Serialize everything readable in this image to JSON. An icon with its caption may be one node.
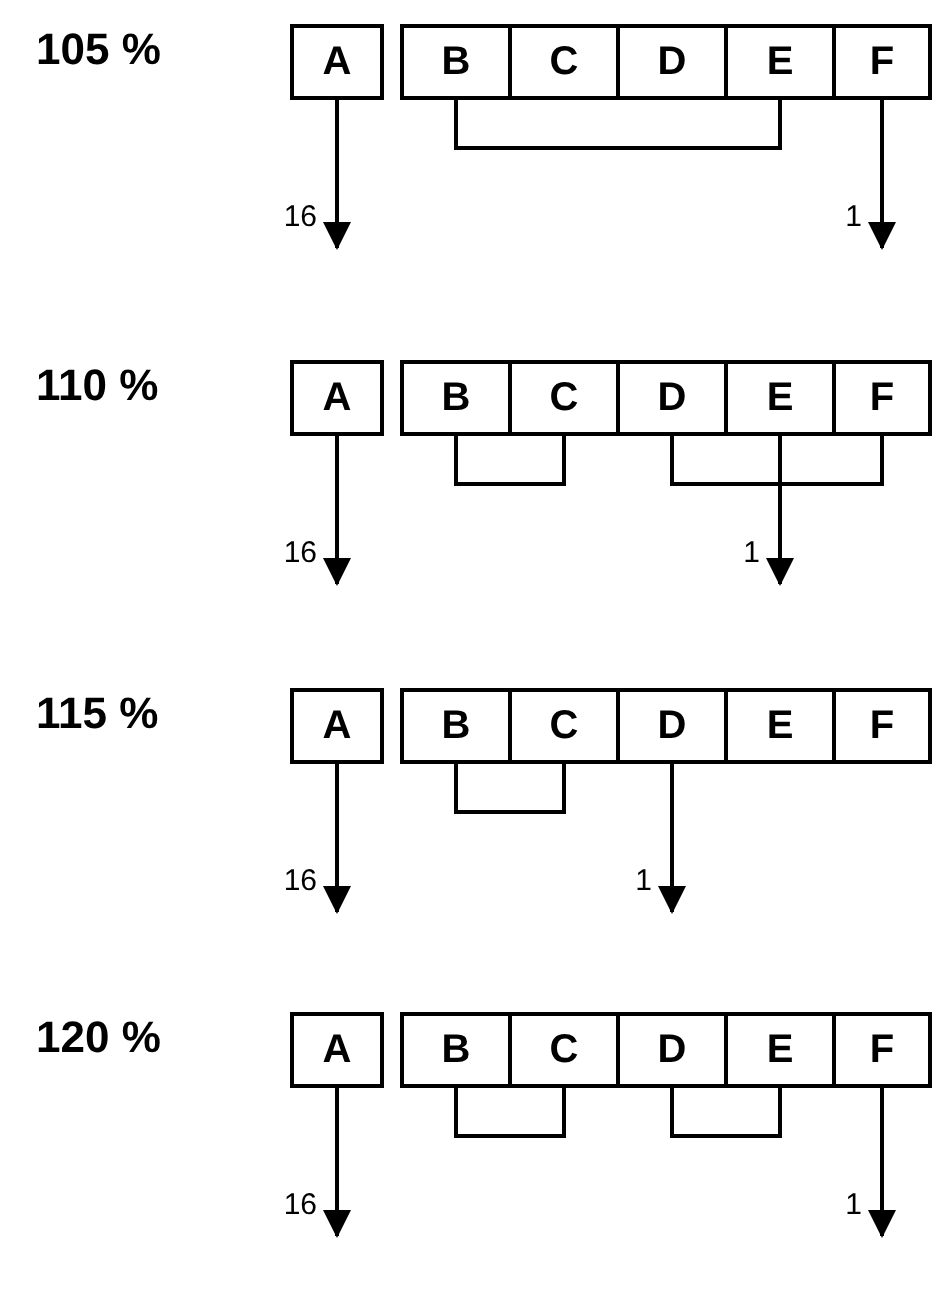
{
  "diagram": {
    "nodes": [
      {
        "text": [
          "A"
        ]
      },
      {
        "text": [
          "B"
        ]
      },
      {
        "text": [
          "C"
        ]
      },
      {
        "text": [
          "D"
        ]
      },
      {
        "text": [
          "E"
        ]
      },
      {
        "text": [
          "F"
        ]
      },
      {
        "text": [
          "A"
        ]
      },
      {
        "text": [
          "B"
        ]
      },
      {
        "text": [
          "C"
        ]
      },
      {
        "text": [
          "D"
        ]
      },
      {
        "text": [
          "E"
        ]
      },
      {
        "text": [
          "F"
        ]
      },
      {
        "text": [
          "A"
        ]
      },
      {
        "text": [
          "B"
        ]
      },
      {
        "text": [
          "C"
        ]
      },
      {
        "text": [
          "D"
        ]
      },
      {
        "text": [
          "E"
        ]
      },
      {
        "text": [
          "F"
        ]
      },
      {
        "text": [
          "A"
        ]
      },
      {
        "text": [
          "B"
        ]
      },
      {
        "text": [
          "C"
        ]
      },
      {
        "text": [
          "D"
        ]
      },
      {
        "text": [
          "E"
        ]
      },
      {
        "text": [
          "F"
        ]
      }
    ],
    "edges": [
      {
        "from": 0,
        "to": null,
        "arrow": "to",
        "label": "16"
      },
      {
        "from": 1,
        "to": 4,
        "arrow": "none"
      },
      {
        "from": 5,
        "to": null,
        "arrow": "to",
        "label": "1"
      },
      {
        "from": 6,
        "to": null,
        "arrow": "to",
        "label": "16"
      },
      {
        "from": 7,
        "to": 8,
        "arrow": "none"
      },
      {
        "from": 9,
        "to": 11,
        "arrow": "none"
      },
      {
        "from": 10,
        "to": null,
        "arrow": "to",
        "label": "1"
      },
      {
        "from": 12,
        "to": null,
        "arrow": "to",
        "label": "16"
      },
      {
        "from": 13,
        "to": 14,
        "arrow": "none"
      },
      {
        "from": 15,
        "to": null,
        "arrow": "to",
        "label": "1"
      },
      {
        "from": 18,
        "to": null,
        "arrow": "to",
        "label": "16"
      },
      {
        "from": 19,
        "to": 20,
        "arrow": "none"
      },
      {
        "from": 21,
        "to": 22,
        "arrow": "none"
      },
      {
        "from": 23,
        "to": null,
        "arrow": "to",
        "label": "1"
      }
    ],
    "labels": [
      "105 %",
      "110 %",
      "115 %",
      "120 %"
    ]
  }
}
